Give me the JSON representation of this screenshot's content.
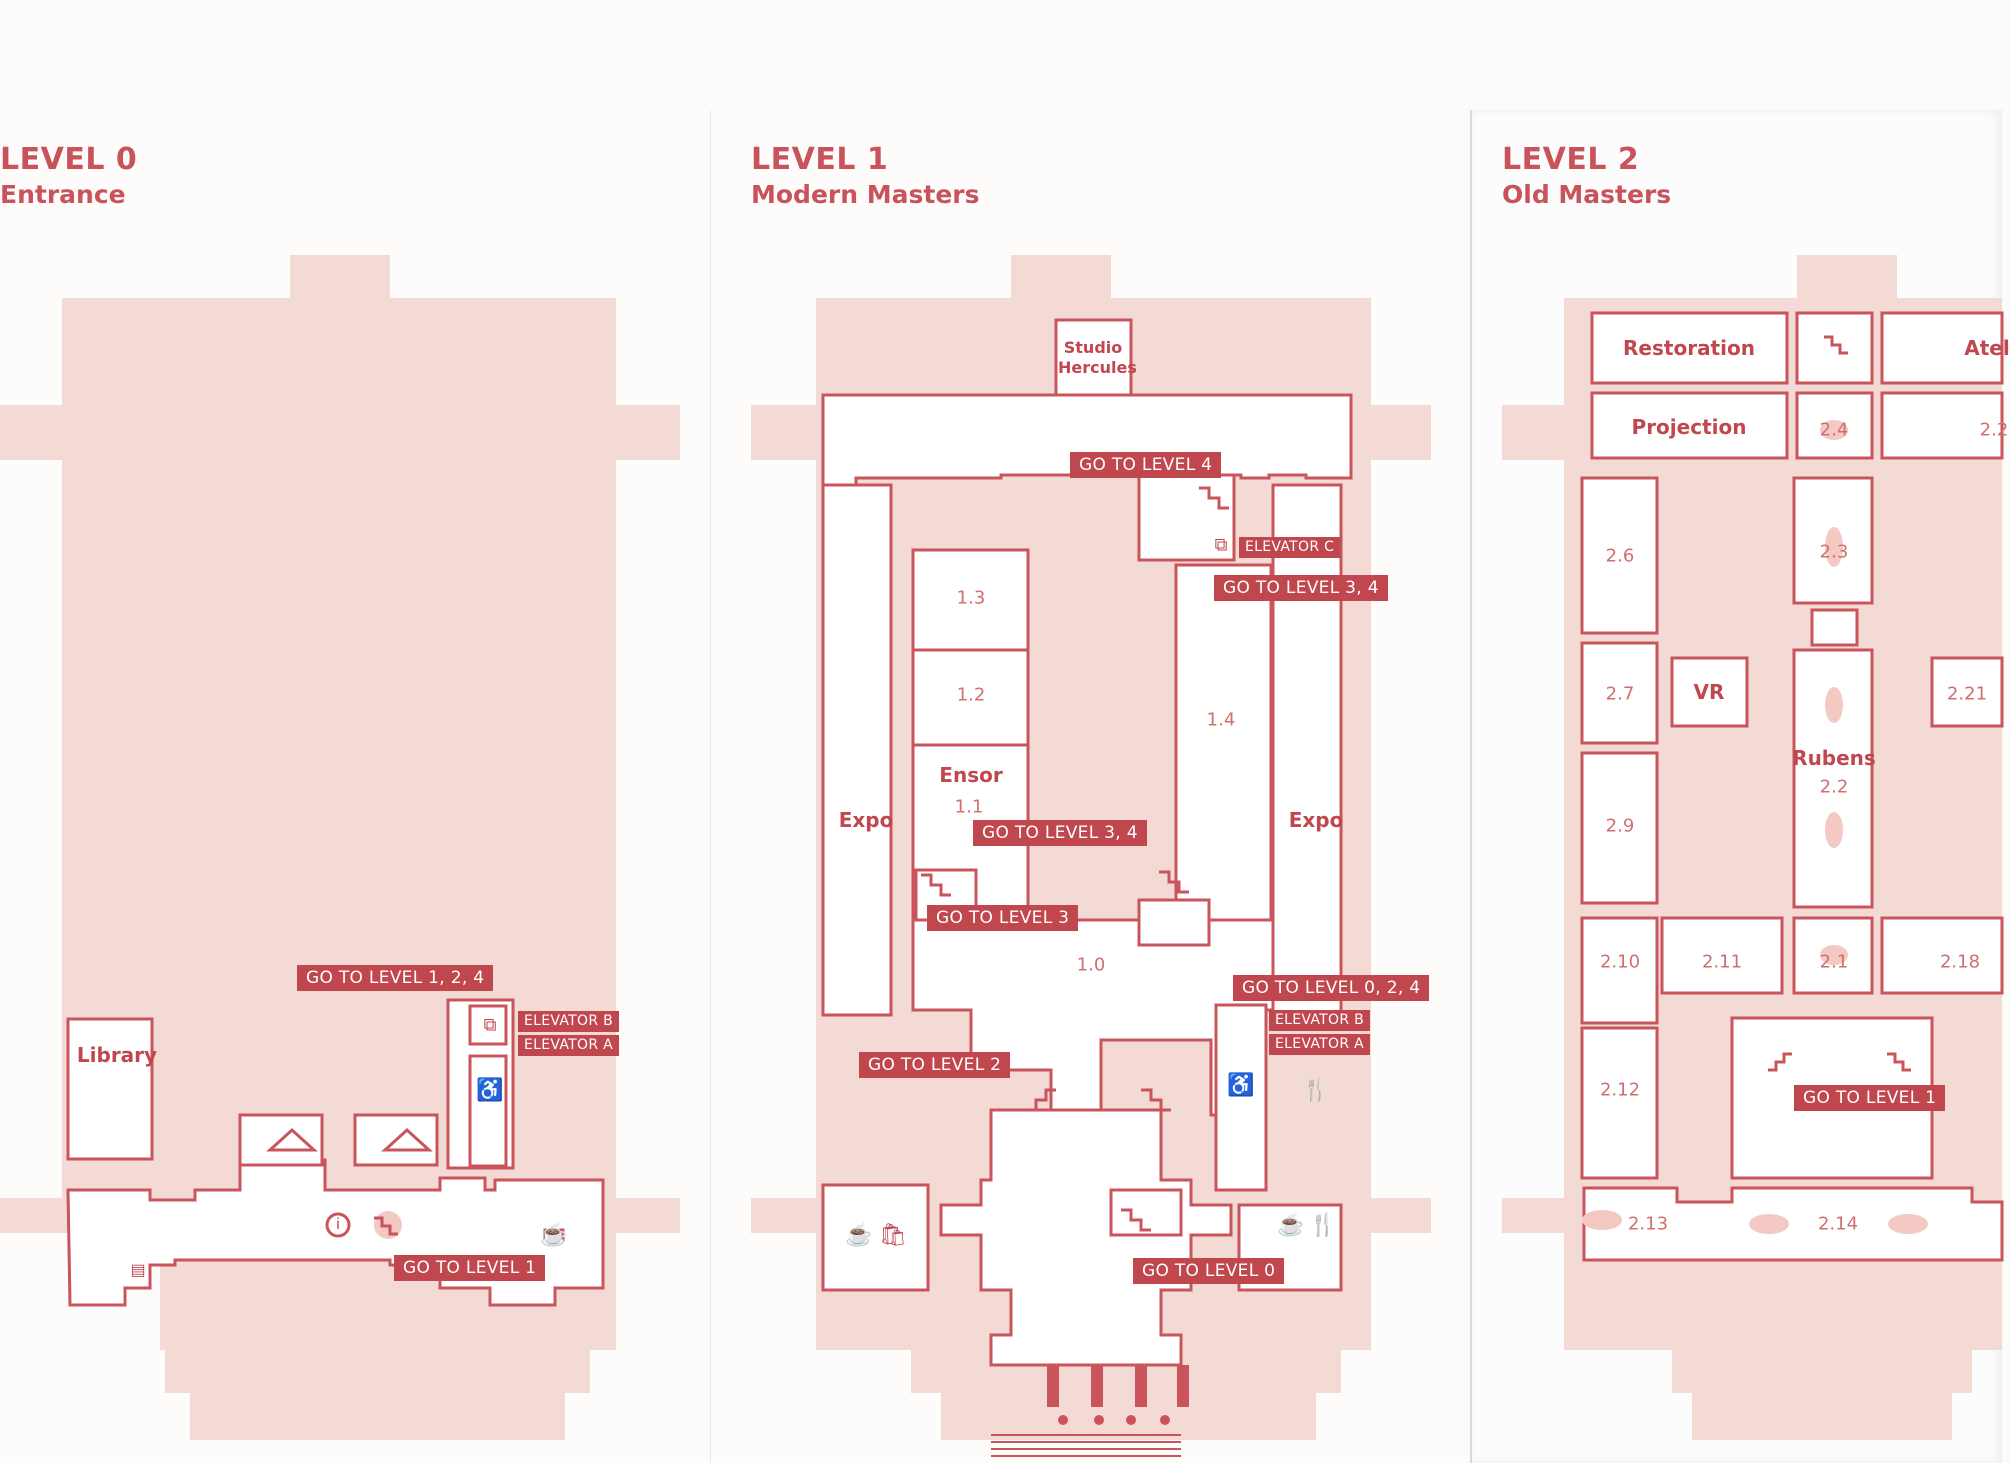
{
  "level0": {
    "title": "LEVEL 0",
    "subtitle": "Entrance",
    "rooms": {
      "library": "Library"
    },
    "tags": {
      "go_1_2_4": "GO TO LEVEL 1, 2, 4",
      "elevator_b": "ELEVATOR B",
      "elevator_a": "ELEVATOR A",
      "go_1": "GO TO LEVEL 1"
    }
  },
  "level1": {
    "title": "LEVEL 1",
    "subtitle": "Modern Masters",
    "rooms": {
      "studio": "Studio Hercules",
      "r13": "1.3",
      "r12": "1.2",
      "ensor": "Ensor",
      "r11": "1.1",
      "r14": "1.4",
      "expo_left": "Expo",
      "expo_right": "Expo",
      "r10": "1.0"
    },
    "tags": {
      "go_4": "GO TO LEVEL 4",
      "elevator_c": "ELEVATOR C",
      "go_3_4_top": "GO TO LEVEL 3, 4",
      "go_3_4_mid": "GO TO LEVEL 3, 4",
      "go_3": "GO TO LEVEL 3",
      "go_0_2_4": "GO TO LEVEL 0, 2, 4",
      "elevator_b": "ELEVATOR B",
      "elevator_a": "ELEVATOR A",
      "go_2": "GO TO LEVEL 2",
      "go_0": "GO TO LEVEL 0"
    }
  },
  "level2": {
    "title": "LEVEL 2",
    "subtitle": "Old Masters",
    "rooms": {
      "restoration": "Restoration",
      "atelier": "Atel",
      "projection": "Projection",
      "r24": "2.4",
      "r22b": "2.2",
      "r26": "2.6",
      "r23": "2.3",
      "r27": "2.7",
      "vr": "VR",
      "r221": "2.21",
      "rubens": "Rubens",
      "r22": "2.2",
      "r29": "2.9",
      "r210": "2.10",
      "r211": "2.11",
      "r21": "2.1",
      "r218": "2.18",
      "r212": "2.12",
      "r213": "2.13",
      "r214": "2.14"
    },
    "tags": {
      "go_1": "GO TO LEVEL 1"
    }
  },
  "colors": {
    "accent": "#c1474f",
    "footprint": "#f3d8d3",
    "wall": "#c9545b"
  }
}
